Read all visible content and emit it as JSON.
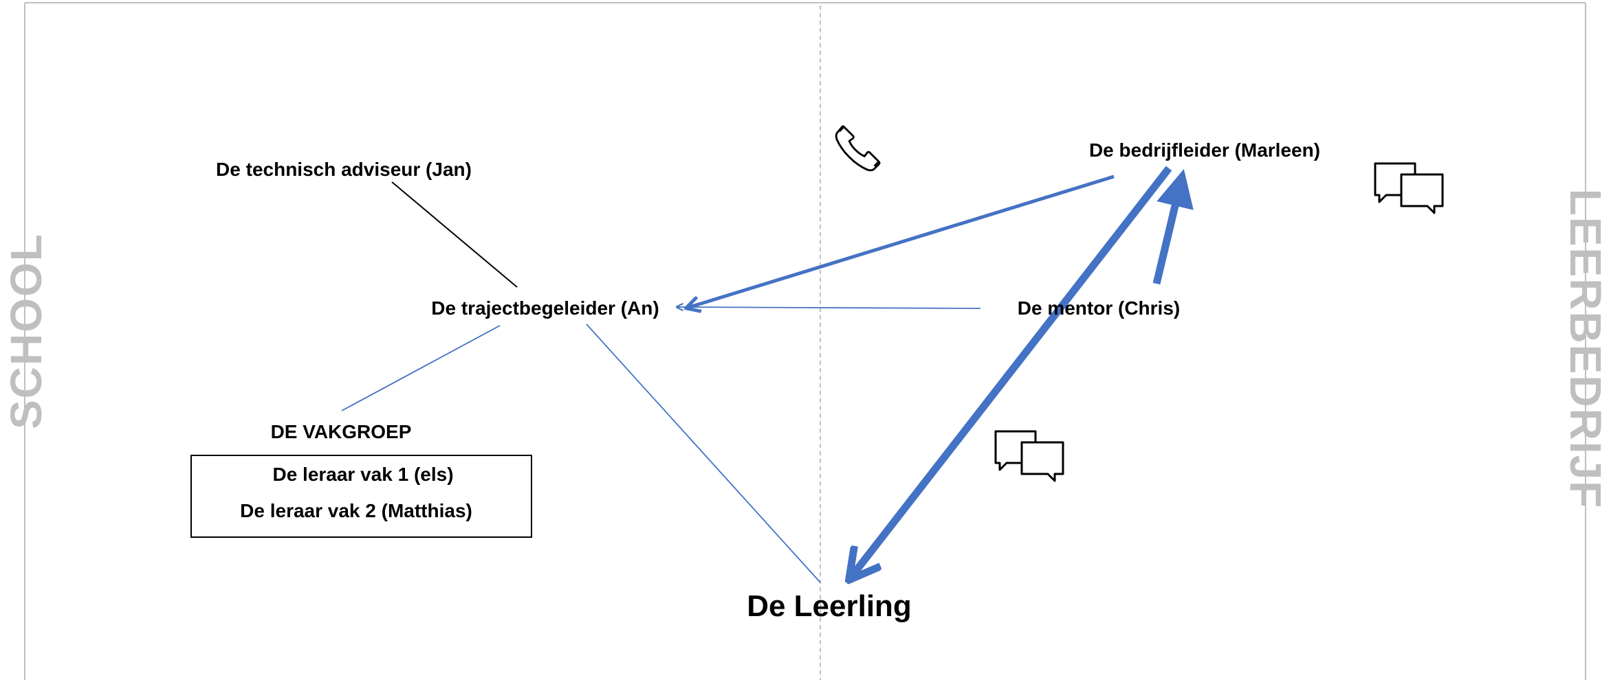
{
  "colors": {
    "arrow_blue": "#4472C4",
    "side_label_gray": "#BFBFBF",
    "frame_gray": "#BFBFBF",
    "divider_gray": "#BFBFBF",
    "text": "#000000"
  },
  "sides": {
    "left": "SCHOOL",
    "right": "LEERBEDRIJF"
  },
  "nodes": {
    "technical_advisor": "De technisch adviseur (Jan)",
    "trajectory_guide": "De trajectbegeleider (An)",
    "company_leader": "De bedrijfleider (Marleen)",
    "mentor": "De mentor (Chris)",
    "subject_group_title": "DE VAKGROEP",
    "teacher_1": "De leraar vak 1 (els)",
    "teacher_2": "De leraar vak 2 (Matthias)",
    "student": "De Leerling"
  },
  "icons": {
    "phone": "phone-icon",
    "chat_top_right": "chat-bubbles-icon",
    "chat_middle": "chat-bubbles-icon"
  }
}
